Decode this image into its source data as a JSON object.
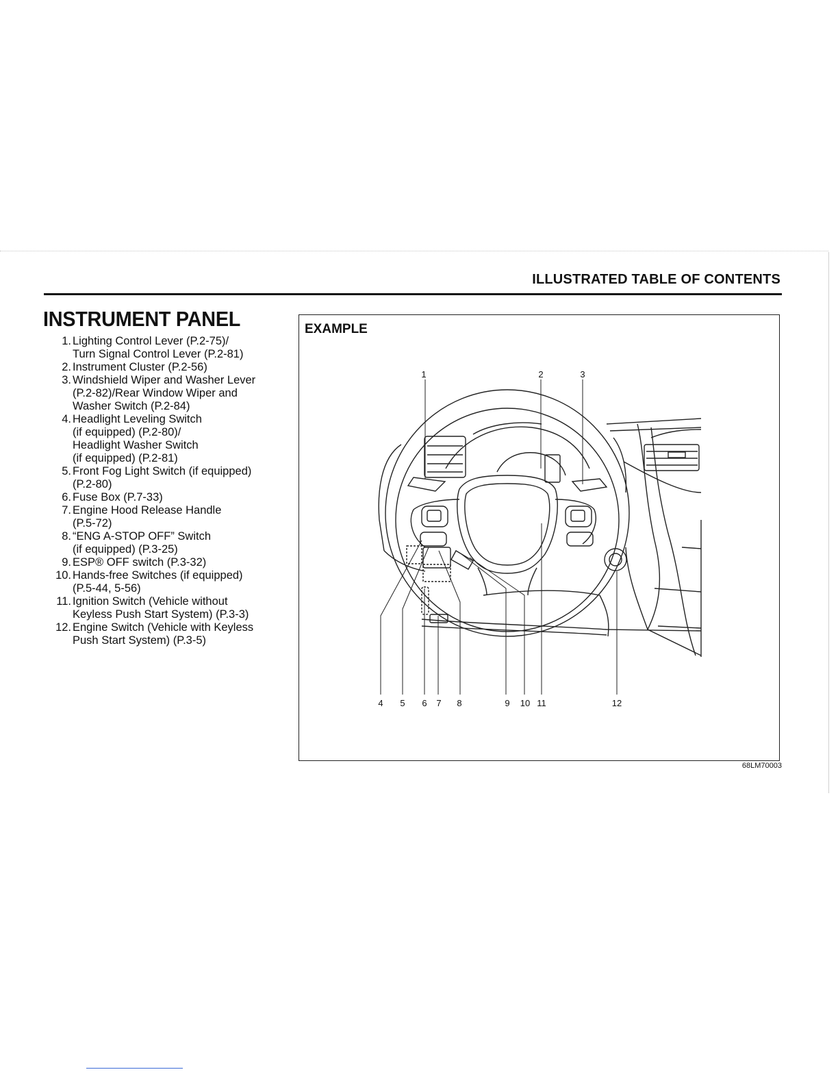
{
  "header": {
    "title": "ILLUSTRATED TABLE OF CONTENTS"
  },
  "section": {
    "title": "INSTRUMENT PANEL"
  },
  "items": [
    {
      "num": "1.",
      "lines": [
        "Lighting Control Lever (P.2-75)/",
        "Turn Signal Control Lever (P.2-81)"
      ]
    },
    {
      "num": "2.",
      "lines": [
        "Instrument Cluster (P.2-56)"
      ]
    },
    {
      "num": "3.",
      "lines": [
        "Windshield Wiper and Washer Lever",
        "(P.2-82)/Rear Window Wiper and",
        "Washer Switch (P.2-84)"
      ]
    },
    {
      "num": "4.",
      "lines": [
        "Headlight Leveling Switch",
        "(if equipped) (P.2-80)/",
        "Headlight Washer Switch",
        "(if equipped) (P.2-81)"
      ]
    },
    {
      "num": "5.",
      "lines": [
        "Front Fog Light Switch (if equipped)",
        "(P.2-80)"
      ]
    },
    {
      "num": "6.",
      "lines": [
        "Fuse Box (P.7-33)"
      ]
    },
    {
      "num": "7.",
      "lines": [
        "Engine Hood Release Handle",
        "(P.5-72)"
      ]
    },
    {
      "num": "8.",
      "lines": [
        "“ENG A-STOP OFF” Switch",
        "(if equipped) (P.3-25)"
      ]
    },
    {
      "num": "9.",
      "lines": [
        "ESP® OFF switch (P.3-32)"
      ]
    },
    {
      "num": "10.",
      "lines": [
        "Hands-free Switches (if equipped)",
        "(P.5-44, 5-56)"
      ]
    },
    {
      "num": "11.",
      "lines": [
        "Ignition Switch (Vehicle without",
        "Keyless Push Start System) (P.3-3)"
      ]
    },
    {
      "num": "12.",
      "lines": [
        "Engine Switch (Vehicle with Keyless",
        "Push Start System) (P.3-5)"
      ]
    }
  ],
  "figure": {
    "label": "EXAMPLE",
    "code": "68LM70003",
    "callouts_top": [
      "1",
      "2",
      "3"
    ],
    "callouts_bottom": [
      "4",
      "5",
      "6",
      "7",
      "8",
      "9",
      "10",
      "11",
      "12"
    ]
  }
}
